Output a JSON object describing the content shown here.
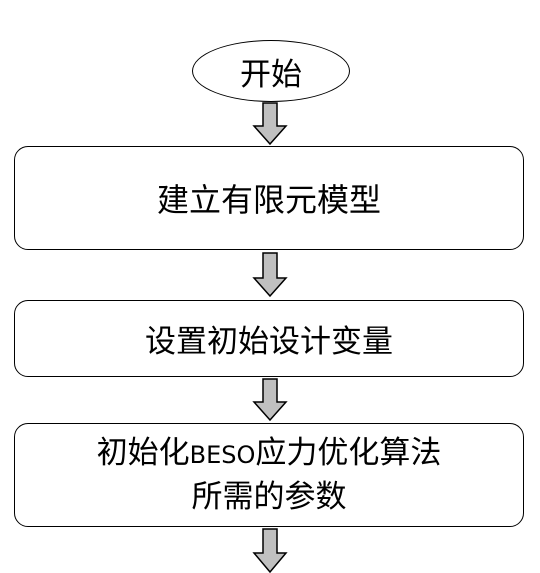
{
  "flowchart": {
    "start": "开始",
    "steps": [
      "建立有限元模型",
      "设置初始设计变量"
    ],
    "step3": {
      "prefix": "初始化",
      "method": "BESO",
      "suffix": "应力优化算法",
      "line2": "所需的参数"
    }
  },
  "colors": {
    "arrow_fill": "#c0c0c0",
    "border": "#000000"
  }
}
